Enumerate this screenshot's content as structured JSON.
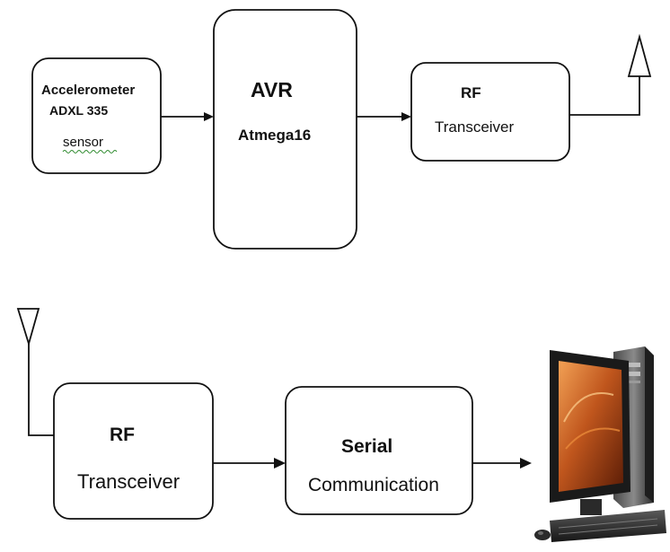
{
  "diagram": {
    "blocks": {
      "accel": {
        "line1": "Accelerometer",
        "line2": "ADXL 335",
        "line3": "sensor"
      },
      "avr": {
        "line1": "AVR",
        "line2": "Atmega16"
      },
      "rf_tx": {
        "line1": "RF",
        "line2": "Transceiver"
      },
      "rf_rx": {
        "line1": "RF",
        "line2": "Transceiver"
      },
      "serial": {
        "line1": "Serial",
        "line2": "Communication"
      }
    },
    "pictures": {
      "computer": "desktop-computer-icon",
      "antenna": "antenna-icon"
    },
    "colors": {
      "stroke": "#111111",
      "spellcheck_underline": "#2e8b2e",
      "monitor_screen": "#c0561d",
      "computer_body": "#2b2b2b"
    }
  }
}
